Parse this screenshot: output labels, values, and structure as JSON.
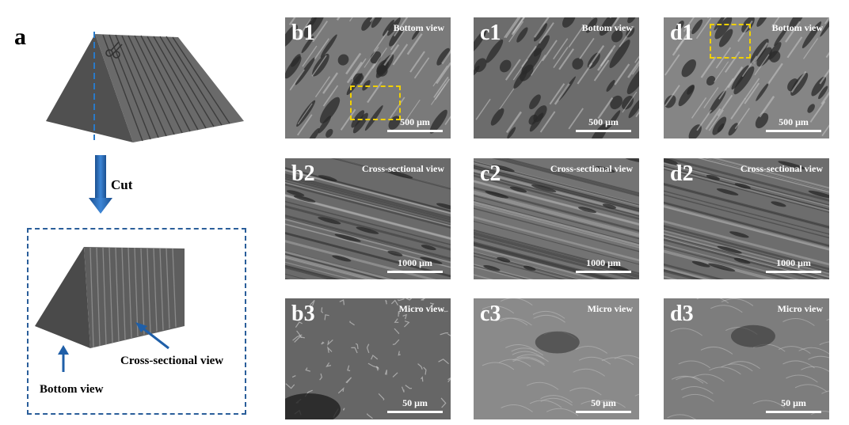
{
  "schematic": {
    "panel_label": "a",
    "cut_label": "Cut",
    "cross_sectional_label": "Cross-sectional view",
    "bottom_label": "Bottom view",
    "colors": {
      "prism": "#555555",
      "dashed": "#2a5e9a",
      "arrow": "#1f5fa8"
    }
  },
  "panels": [
    {
      "id": "b1",
      "label": "b1",
      "view": "Bottom view",
      "scale": "500 μm",
      "highlight": true,
      "tone": "#7a7a7a",
      "texture": "porous"
    },
    {
      "id": "c1",
      "label": "c1",
      "view": "Bottom view",
      "scale": "500 μm",
      "highlight": false,
      "tone": "#6c6c6c",
      "texture": "porous"
    },
    {
      "id": "d1",
      "label": "d1",
      "view": "Bottom view",
      "scale": "500 μm",
      "highlight": true,
      "tone": "#858585",
      "texture": "porous"
    },
    {
      "id": "b2",
      "label": "b2",
      "view": "Cross-sectional view",
      "scale": "1000 μm",
      "highlight": false,
      "tone": "#6a6a6a",
      "texture": "streaks"
    },
    {
      "id": "c2",
      "label": "c2",
      "view": "Cross-sectional view",
      "scale": "1000 μm",
      "highlight": false,
      "tone": "#737373",
      "texture": "streaks"
    },
    {
      "id": "d2",
      "label": "d2",
      "view": "Cross-sectional view",
      "scale": "1000 μm",
      "highlight": false,
      "tone": "#6d6d6d",
      "texture": "streaks"
    },
    {
      "id": "b3",
      "label": "b3",
      "view": "Micro view",
      "scale": "50 μm",
      "highlight": false,
      "tone": "#666666",
      "texture": "micro"
    },
    {
      "id": "c3",
      "label": "c3",
      "view": "Micro view",
      "scale": "50 μm",
      "highlight": false,
      "tone": "#8a8a8a",
      "texture": "sheet"
    },
    {
      "id": "d3",
      "label": "d3",
      "view": "Micro view",
      "scale": "50 μm",
      "highlight": false,
      "tone": "#7d7d7d",
      "texture": "sheet"
    }
  ]
}
